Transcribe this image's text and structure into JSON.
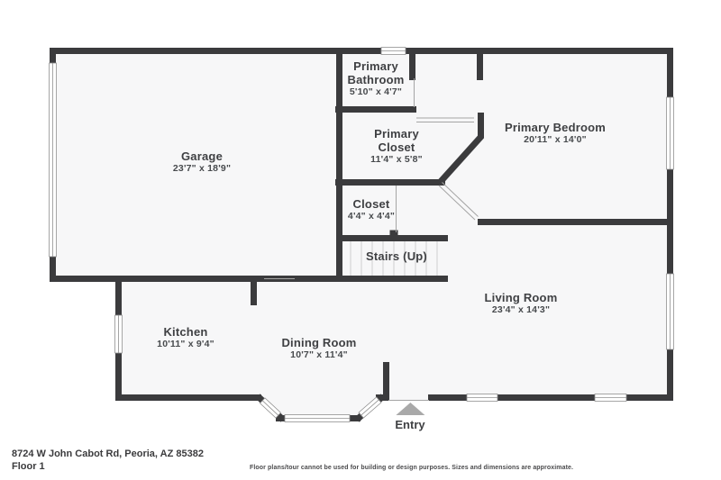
{
  "floor_plan": {
    "rooms": [
      {
        "name": "Garage",
        "dims": "23'7\" x 18'9\""
      },
      {
        "name": "Primary Bathroom",
        "dims": "5'10\" x 4'7\""
      },
      {
        "name": "Primary Closet",
        "dims": "11'4\" x 5'8\""
      },
      {
        "name": "Primary Bedroom",
        "dims": "20'11\" x 14'0\""
      },
      {
        "name": "Closet",
        "dims": "4'4\" x 4'4\""
      },
      {
        "name": "Stairs (Up)"
      },
      {
        "name": "Living Room",
        "dims": "23'4\" x 14'3\""
      },
      {
        "name": "Kitchen",
        "dims": "10'11\" x 9'4\""
      },
      {
        "name": "Dining Room",
        "dims": "10'7\" x 11'4\""
      }
    ],
    "entry_label": "Entry"
  },
  "footer": {
    "address": "8724 W John Cabot Rd, Peoria, AZ 85382",
    "floor_label": "Floor 1",
    "disclaimer": "Floor plans/tour cannot be used for building or design purposes. Sizes and dimensions are approximate."
  },
  "colors": {
    "wall": "#3b3b3d",
    "room_fill": "#f7f7f8",
    "window_line": "#909090",
    "thin_line": "#a5a5a5",
    "stair_tread": "#cfcfcf",
    "entry_triangle": "#a9a9a9",
    "text": "#3f4043"
  }
}
